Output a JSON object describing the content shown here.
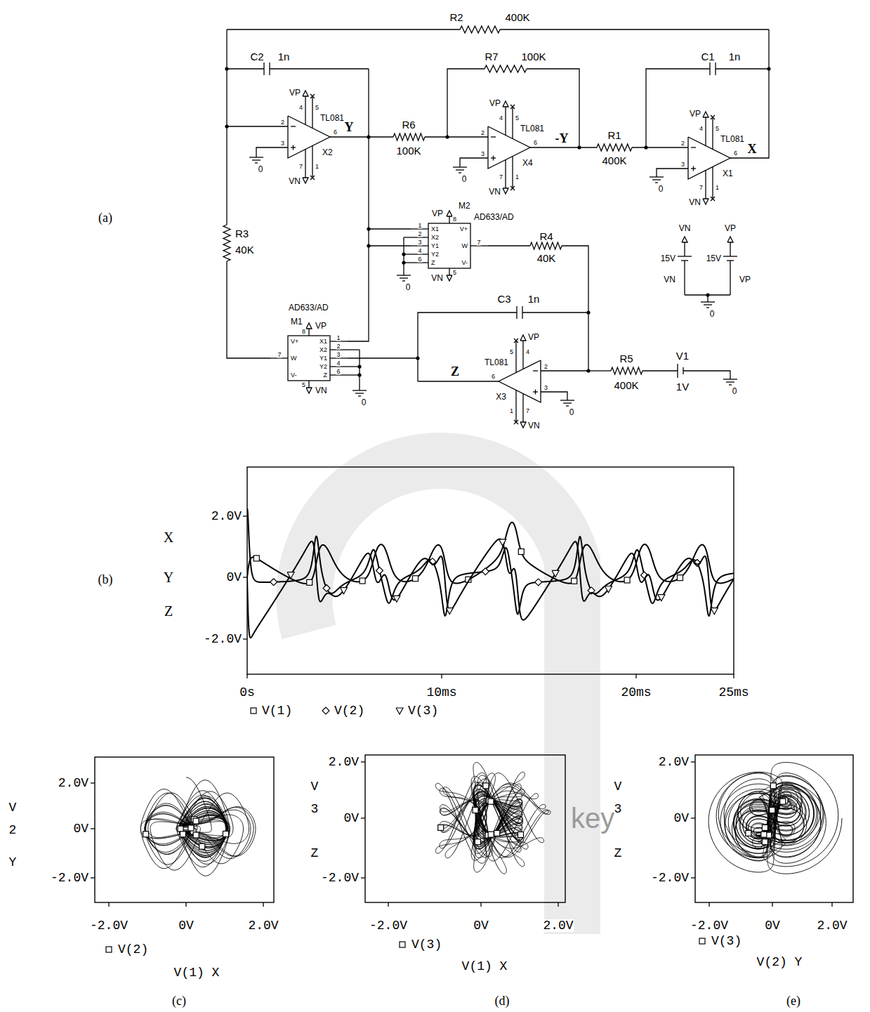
{
  "diagram": {
    "labels": [
      "(a)",
      "R2",
      "400K",
      "C2",
      "1n",
      "R7",
      "100K",
      "C1",
      "1n",
      "Y",
      "R6",
      "100K",
      "-Y",
      "R1",
      "400K",
      "X",
      "R3",
      "40K",
      "M2",
      "AD633/AD",
      "R4",
      "40K",
      "AD633/AD",
      "M1",
      "C3",
      "1n",
      "Z",
      "R5",
      "400K",
      "V1",
      "1V",
      "VN",
      "VP",
      "15V",
      "15V",
      "VN",
      "VP",
      "0",
      "0",
      "0",
      "0",
      "0",
      "0",
      "0",
      "0",
      "VP",
      "4",
      "5",
      "TL081",
      "2",
      "3",
      "6",
      "7",
      "1",
      "VN",
      "X2",
      "VP",
      "4",
      "5",
      "TL081",
      "2",
      "3",
      "6",
      "7",
      "1",
      "VN",
      "X4",
      "VP",
      "4",
      "5",
      "TL081",
      "2",
      "3",
      "6",
      "7",
      "1",
      "VN",
      "X1",
      "VP",
      "4",
      "5",
      "TL081",
      "2",
      "3",
      "6",
      "7",
      "1",
      "VN",
      "X3",
      "VP",
      "8",
      "1",
      "2",
      "3",
      "4",
      "6",
      "X1",
      "X2",
      "Y1",
      "Y2",
      "Z",
      "V+",
      "W",
      "7",
      "V-",
      "5",
      "VN",
      "VP",
      "8",
      "1",
      "2",
      "3",
      "4",
      "6",
      "X1",
      "X2",
      "Y1",
      "Y2",
      "Z",
      "V+",
      "W",
      "7",
      "V-",
      "5",
      "VN",
      "2.0V",
      "0V",
      "-2.0V",
      "0s",
      "10ms",
      "20ms",
      "25ms",
      "X",
      "Y",
      "Z",
      "(b)",
      "2.0V",
      "0V",
      "-2.0V",
      "-2.0V",
      "0V",
      "2.0V",
      "V",
      "2",
      "Y",
      "V(2)",
      "V(1) X",
      "(c)",
      "2.0V",
      "0V",
      "-2.0V",
      "-2.0V",
      "0V",
      "2.0V",
      "V",
      "3",
      "Z",
      "V(3)",
      "V(1) X",
      "(d)",
      "2.0V",
      "0V",
      "-2.0V",
      "-2.0V",
      "0V",
      "2.0V",
      "V",
      "3",
      "Z",
      "V(3)",
      "V(2) Y",
      "(e)",
      "key"
    ],
    "legend": [
      {
        "text": "V(1)"
      },
      {
        "text": "V(2)"
      },
      {
        "text": "V(3)"
      }
    ]
  }
}
